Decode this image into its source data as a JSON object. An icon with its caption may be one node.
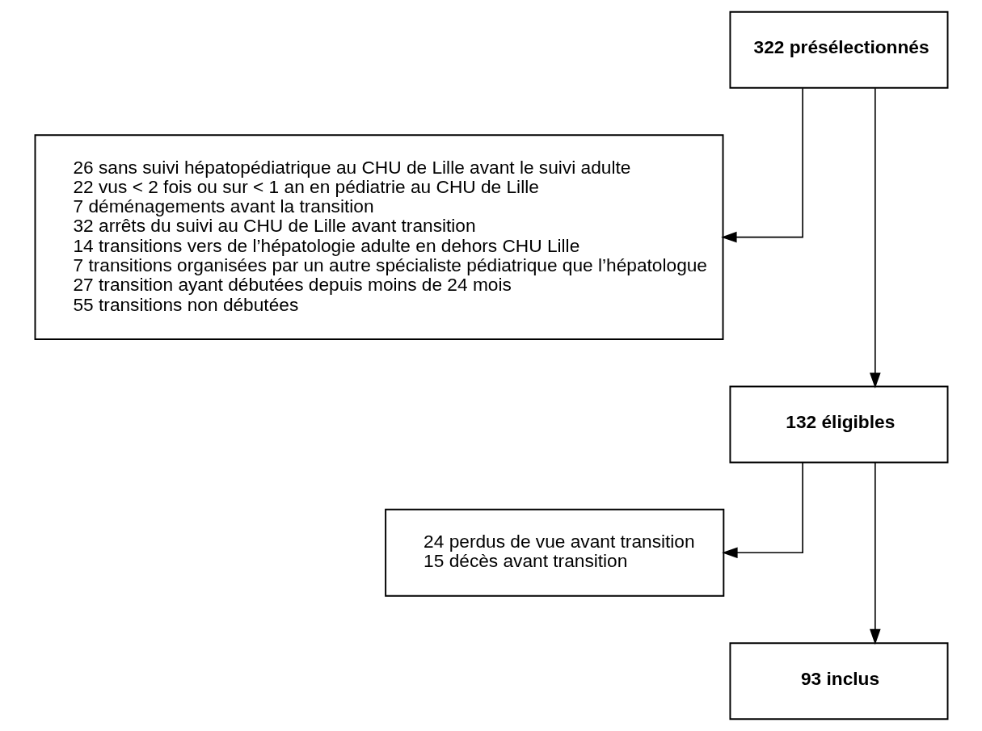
{
  "diagram": {
    "nodes": [
      {
        "text": [
          "322 présélectionnés"
        ]
      },
      {
        "text": [
          "26 sans suivi hépatopédiatrique au CHU de Lille avant le suivi adulte",
          "22 vus < 2 fois ou sur < 1 an en pédiatrie au CHU de Lille",
          "7 déménagements avant la transition",
          "32 arrêts du suivi au CHU de Lille avant transition",
          "14 transitions vers de l’hépatologie adulte en dehors CHU Lille",
          "7 transitions organisées par un autre spécialiste pédiatrique que l’hépatologue",
          "27 transition ayant débutées depuis moins de 24 mois",
          "55 transitions non débutées"
        ]
      },
      {
        "text": [
          "132 éligibles"
        ]
      },
      {
        "text": [
          "24 perdus de vue avant transition",
          "15 décès avant transition"
        ]
      },
      {
        "text": [
          "93 inclus"
        ]
      }
    ],
    "edges": [
      {
        "from": 0,
        "to": 2,
        "arrow": "to"
      },
      {
        "from": 0,
        "to": 1,
        "arrow": "to"
      },
      {
        "from": 2,
        "to": 4,
        "arrow": "to"
      },
      {
        "from": 2,
        "to": 3,
        "arrow": "to"
      }
    ]
  }
}
